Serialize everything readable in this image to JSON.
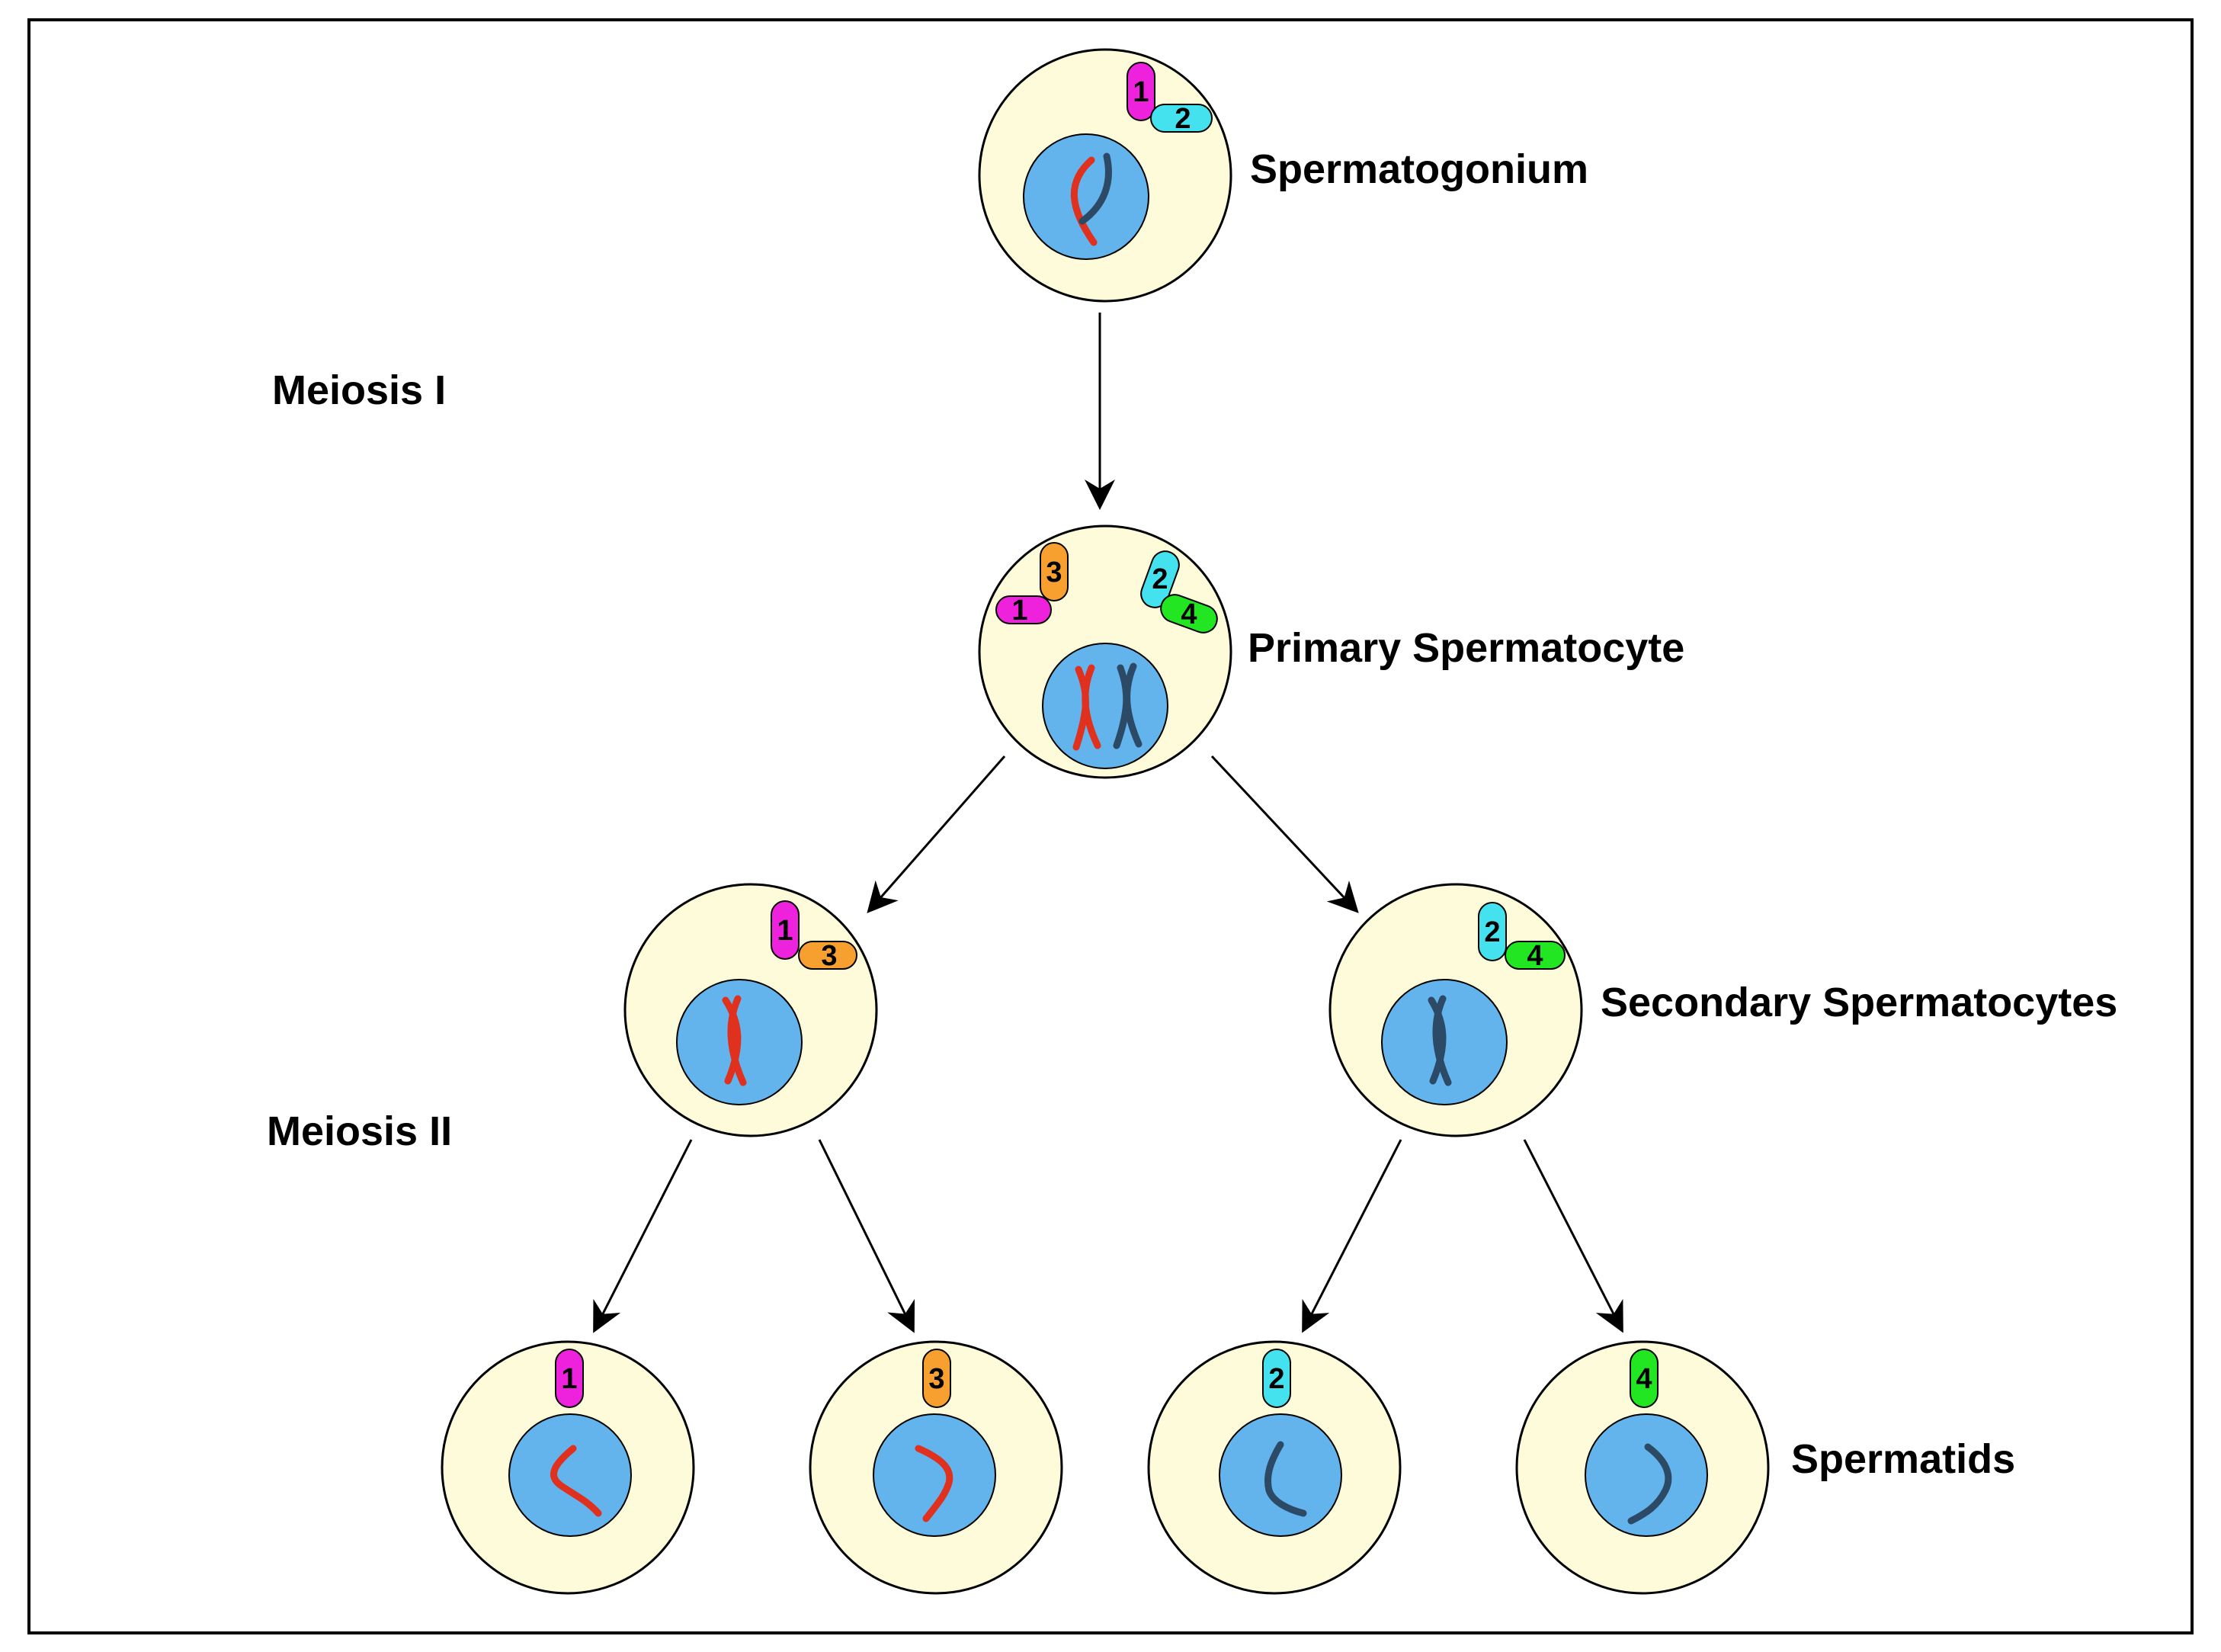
{
  "labels": {
    "spermatogonium": "Spermatogonium",
    "primary": "Primary Spermatocyte",
    "secondary": "Secondary Spermatocytes",
    "spermatids": "Spermatids",
    "meiosis1": "Meiosis I",
    "meiosis2": "Meiosis II"
  },
  "tags": {
    "t1": "1",
    "t2": "2",
    "t3": "3",
    "t4": "4"
  },
  "colors": {
    "cytoplasm": "#fdfbd9",
    "nucleus": "#63b3ec",
    "chromosome_red": "#e0301e",
    "chromosome_dark": "#2c4a66",
    "tag1": "#ee22dd",
    "tag2": "#44e2ee",
    "tag3": "#f7a030",
    "tag4": "#22e622"
  }
}
